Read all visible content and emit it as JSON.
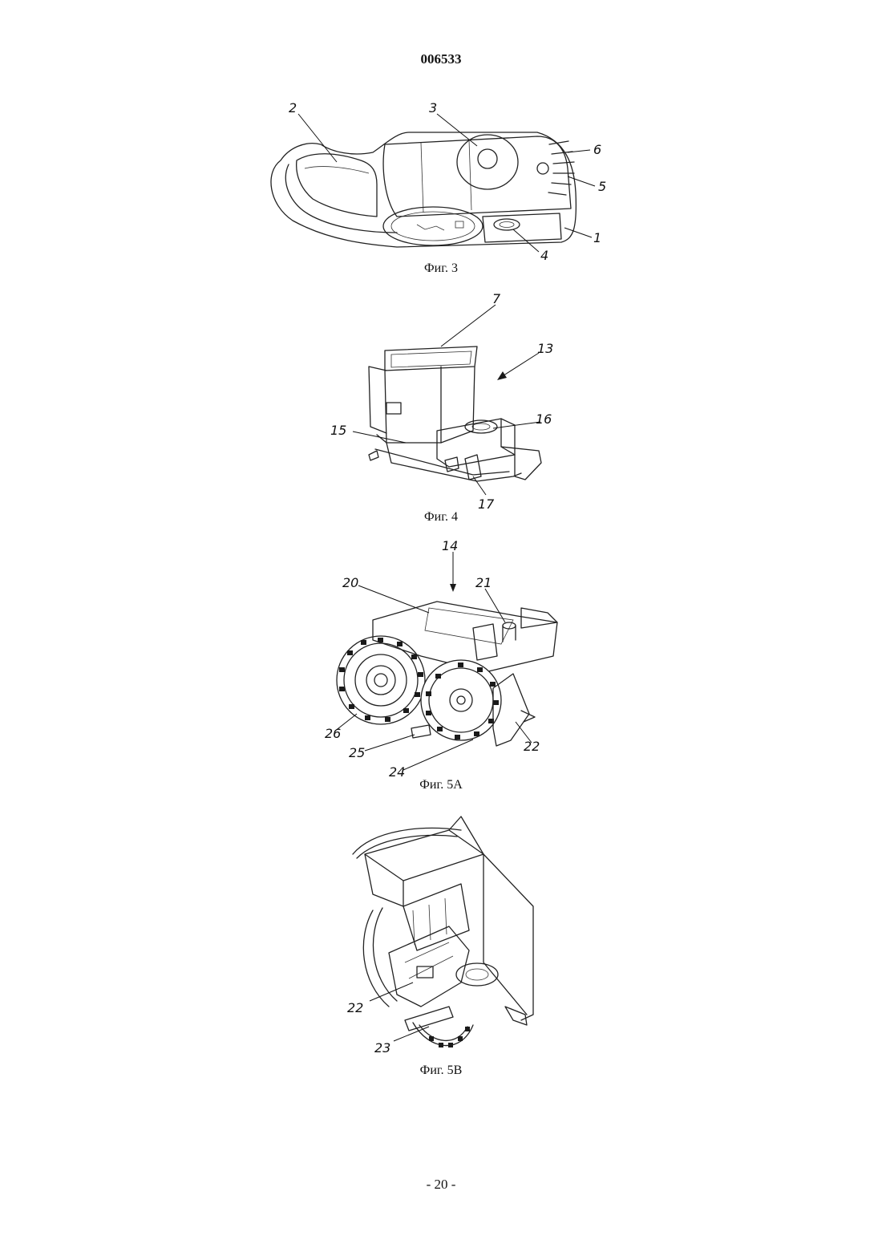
{
  "header": {
    "document_number": "006533"
  },
  "figures": [
    {
      "caption": "Фиг. 3",
      "callouts": [
        "1",
        "2",
        "3",
        "4",
        "5",
        "6"
      ]
    },
    {
      "caption": "Фиг. 4",
      "callouts": [
        "7",
        "13",
        "15",
        "16",
        "17"
      ]
    },
    {
      "caption": "Фиг. 5A",
      "callouts": [
        "14",
        "20",
        "21",
        "22",
        "24",
        "25",
        "26"
      ]
    },
    {
      "caption": "Фиг. 5B",
      "callouts": [
        "22",
        "23"
      ]
    }
  ],
  "footer": {
    "page_number": "- 20 -"
  }
}
